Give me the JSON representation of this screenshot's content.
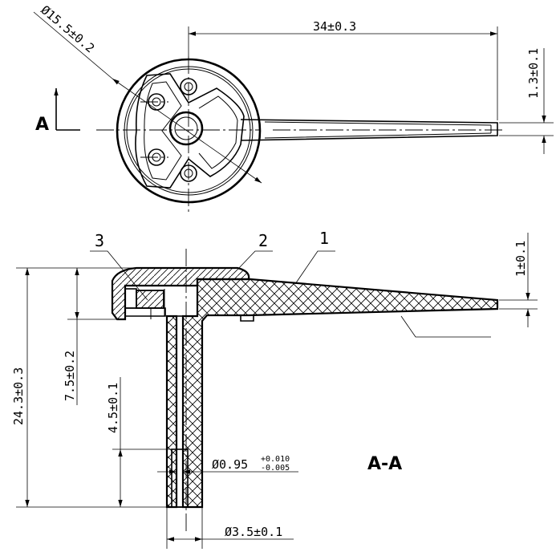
{
  "top_view": {
    "dim_diameter": "Ø15.5±0.2",
    "dim_length": "34±0.3",
    "dim_tip_thickness": "1.3±0.1",
    "section_mark": "A"
  },
  "section_view": {
    "callout_1": "1",
    "callout_2": "2",
    "callout_3": "3",
    "dim_height": "24.3±0.3",
    "dim_cap_height": "7.5±0.2",
    "dim_insert_height": "4.5±0.1",
    "dim_tip_thickness": "1±0.1",
    "dim_bore_label": "Ø0.95",
    "dim_bore_tol_upper": "+0.010",
    "dim_bore_tol_lower": "-0.005",
    "dim_shaft_diameter": "Ø3.5±0.1",
    "section_label": "A-A"
  }
}
